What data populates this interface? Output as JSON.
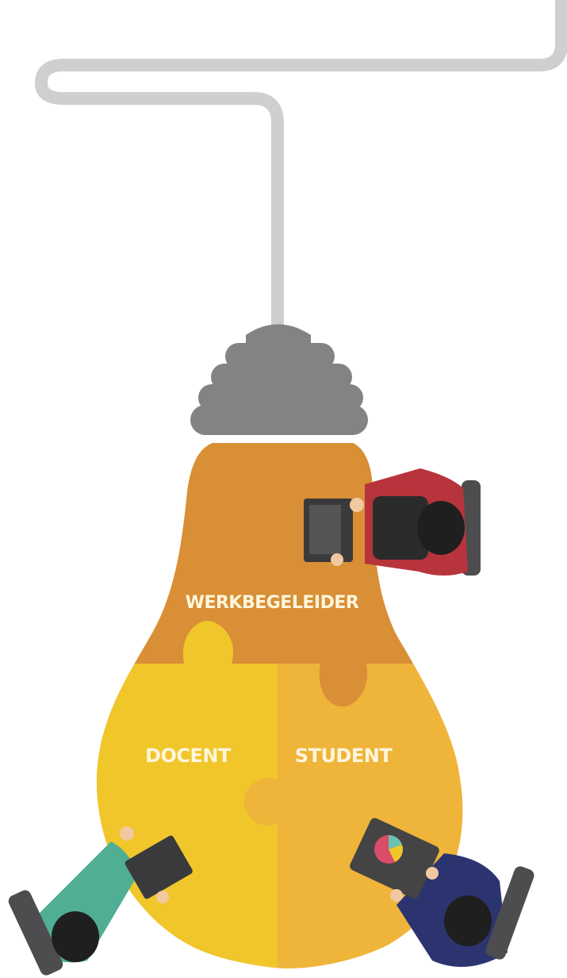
{
  "labels": {
    "werkbegeleider": "WERKBEGELEIDER",
    "docent": "DOCENT",
    "student": "STUDENT"
  },
  "colors": {
    "cord": "#cfcfcf",
    "socket": "#838285",
    "werkbegeleider_piece": "#d98f36",
    "docent_piece": "#f0c62b",
    "student_piece": "#efb43a",
    "werkbegeleider_person": "#b8343c",
    "docent_person": "#4fae93",
    "student_person": "#2c3470"
  },
  "icons": [
    "lightbulb-cord",
    "lightbulb-socket",
    "puzzle-piece",
    "person-with-laptop",
    "person-with-tablet"
  ]
}
